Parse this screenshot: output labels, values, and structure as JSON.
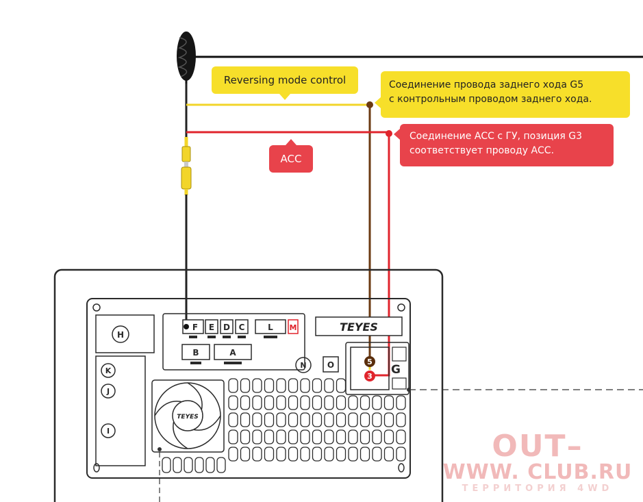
{
  "callouts": {
    "reversing": "Reversing mode control",
    "g5_line1": "Соединение провода заднего хода G5",
    "g5_line2": "с контрольным проводом заднего хода.",
    "acc_line1": "Соединение АСС с ГУ, позиция G3",
    "acc_line2": "соответствует проводу АСС.",
    "acc_tag": "ACC"
  },
  "unit": {
    "brand": "TEYES",
    "fan_brand": "TEYES",
    "connectors": [
      "F",
      "E",
      "D",
      "C",
      "L",
      "M",
      "B",
      "A"
    ],
    "side_labels": [
      "H",
      "K",
      "J",
      "I",
      "N",
      "O",
      "G"
    ],
    "pin_5": "5",
    "pin_3": "3"
  },
  "watermark": {
    "line1": "OUT–",
    "line2": "WWW. CLUB.RU",
    "line3": "ТЕРРИТОРИЯ 4WD"
  },
  "colors": {
    "yellow": "#f7df2a",
    "red": "#e8434b",
    "brown": "#6b3a12",
    "dark": "#2a2a2a"
  }
}
